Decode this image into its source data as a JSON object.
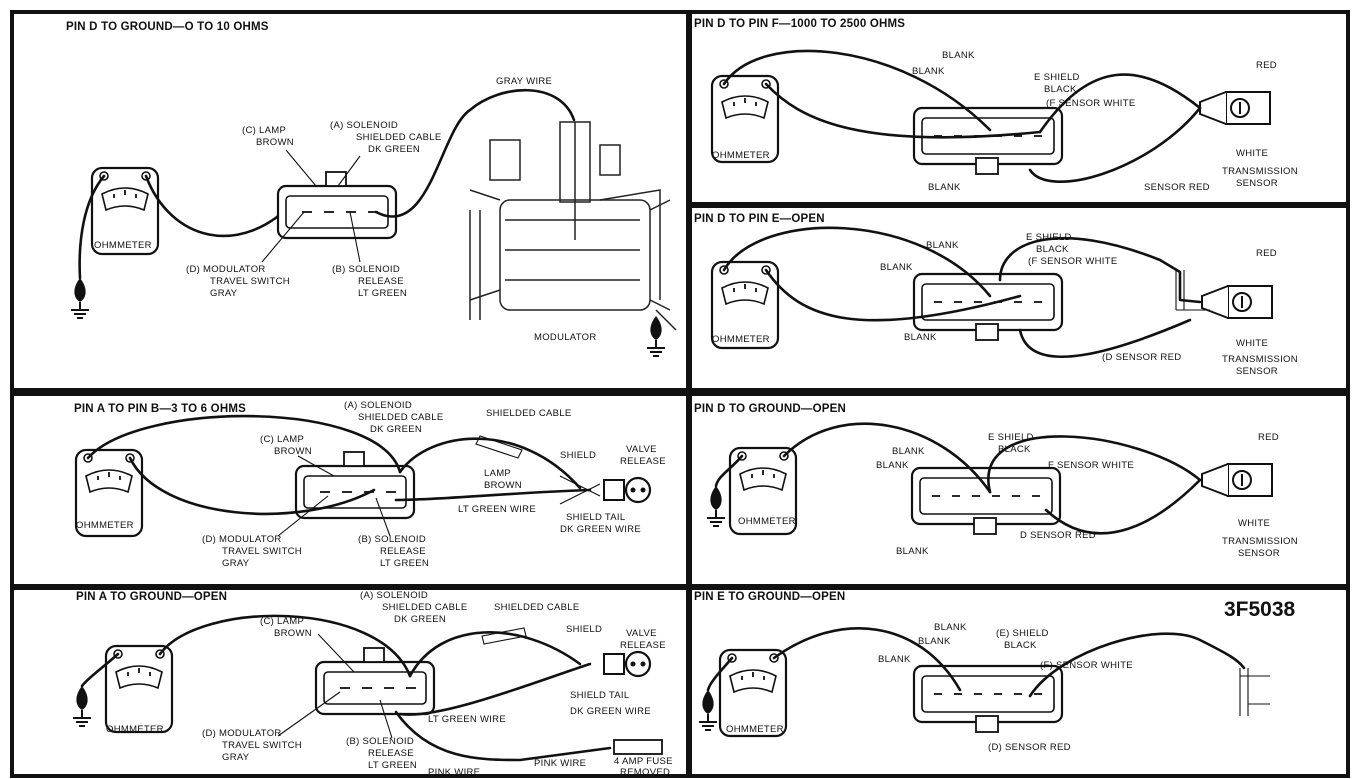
{
  "figure_id": "3F5038",
  "panels": {
    "p1": {
      "title": "PIN D TO GROUND—O TO 10 OHMS",
      "labels": {
        "gray_wire": "GRAY WIRE",
        "c1": "(C)  LAMP",
        "c2": "BROWN",
        "a1": "(A)  SOLENOID",
        "a2": "SHIELDED CABLE",
        "a3": "DK  GREEN",
        "ohmmeter": "OHMMETER",
        "d1": "(D)  MODULATOR",
        "d2": "TRAVEL SWITCH",
        "d3": "GRAY",
        "b1": "(B)  SOLENOID",
        "b2": "RELEASE",
        "b3": "LT GREEN",
        "modulator": "MODULATOR"
      }
    },
    "p2": {
      "title": "PIN D TO PIN F—1000 TO 2500 OHMS",
      "labels": {
        "blank_top": "BLANK",
        "blank_left": "BLANK",
        "e1": "E  SHIELD",
        "e2": "BLACK",
        "f1": "(F  SENSOR WHITE",
        "red": "RED",
        "ohmmeter": "OHMMETER",
        "white": "WHITE",
        "blank_bottom": "BLANK",
        "d_red": "SENSOR RED",
        "trans1": "TRANSMISSION",
        "trans2": "SENSOR"
      }
    },
    "p3": {
      "title": "PIN D TO PIN E—OPEN",
      "labels": {
        "blank_top": "BLANK",
        "blank_left": "BLANK",
        "e1": "E  SHIELD",
        "e2": "BLACK",
        "f1": "(F  SENSOR WHITE",
        "red": "RED",
        "ohmmeter": "OHMMETER",
        "white": "WHITE",
        "blank_bottom": "BLANK",
        "d_red": "(D  SENSOR RED",
        "trans1": "TRANSMISSION",
        "trans2": "SENSOR"
      }
    },
    "p4": {
      "title": "PIN A TO PIN B—3 TO 6 OHMS",
      "labels": {
        "a1": "(A)  SOLENOID",
        "a2": "SHIELDED CABLE",
        "a3": "DK  GREEN",
        "shielded_cable": "SHIELDED CABLE",
        "c1": "(C)  LAMP",
        "c2": "BROWN",
        "shield": "SHIELD",
        "valve1": "VALVE",
        "valve2": "RELEASE",
        "lamp1": "LAMP",
        "lamp2": "BROWN",
        "ltgreen_wire": "LT GREEN WIRE",
        "ohmmeter": "OHMMETER",
        "shield_tail1": "SHIELD TAIL",
        "shield_tail2": "DK  GREEN WIRE",
        "d1": "(D)  MODULATOR",
        "d2": "TRAVEL SWITCH",
        "d3": "GRAY",
        "b1": "(B)   SOLENOID",
        "b2": "RELEASE",
        "b3": "LT  GREEN"
      }
    },
    "p5": {
      "title": "PIN D TO GROUND—OPEN",
      "labels": {
        "e1": "E SHIELD",
        "e2": "BLACK",
        "red": "RED",
        "blank_top": "BLANK",
        "blank_left": "BLANK",
        "f1": "F  SENSOR WHITE",
        "ohmmeter": "OHMMETER",
        "white": "WHITE",
        "d_red": "D  SENSOR RED",
        "trans1": "TRANSMISSION",
        "trans2": "SENSOR",
        "blank_bottom": "BLANK"
      }
    },
    "p6": {
      "title": "PIN A TO GROUND—OPEN",
      "labels": {
        "a1": "(A)  SOLENOID",
        "a2": "SHIELDED CABLE",
        "a3": "DK  GREEN",
        "shielded_cable": "SHIELDED CABLE",
        "c1": "(C)  LAMP",
        "c2": "BROWN",
        "shield": "SHIELD",
        "valve1": "VALVE",
        "valve2": "RELEASE",
        "shield_tail": "SHIELD TAIL",
        "ltgreen_wire": "LT  GREEN  WIRE",
        "dkgreen_wire": "DK  GREEN WIRE",
        "ohmmeter": "OHMMETER",
        "d1": "(D)  MODULATOR",
        "d2": "TRAVEL SWITCH",
        "d3": "GRAY",
        "b1": "(B)   SOLENOID",
        "b2": "RELEASE",
        "b3": "LT  GREEN",
        "pink1": "PINK  WIRE",
        "pink2": "PINK  WIRE",
        "fuse1": "4 AMP  FUSE",
        "fuse2": "REMOVED"
      }
    },
    "p7": {
      "title": "PIN  E  TO  GROUND—OPEN",
      "labels": {
        "blank_top": "BLANK",
        "blank_mid": "BLANK",
        "blank_left": "BLANK",
        "e1": "(E) SHIELD",
        "e2": "BLACK",
        "f1": "(F) SENSOR WHITE",
        "ohmmeter": "OHMMETER",
        "d_red": "(D) SENSOR RED"
      }
    }
  }
}
